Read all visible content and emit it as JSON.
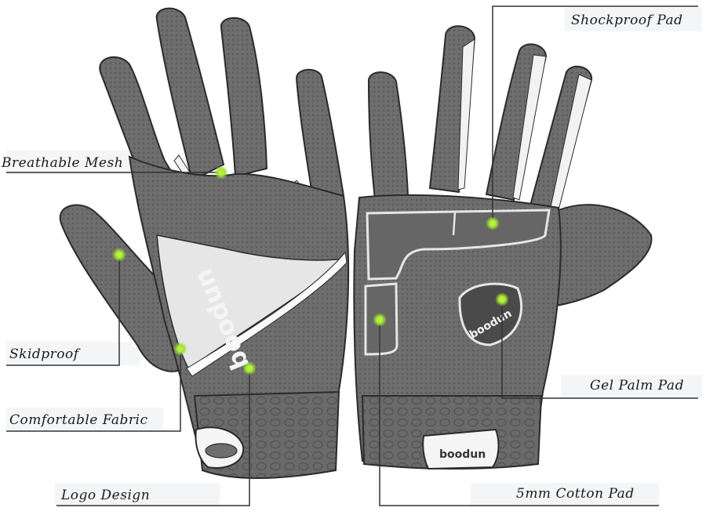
{
  "callouts": {
    "breathable_mesh": "Breathable Mesh",
    "skidproof": "Skidproof",
    "comfortable_fabric": "Comfortable Fabric",
    "logo_design": "Logo Design",
    "shockproof_pad": "Shockproof Pad",
    "gel_palm_pad": "Gel Palm Pad",
    "cotton_pad": "5mm Cotton Pad"
  },
  "brand": {
    "logo_text": "boodun"
  },
  "colors": {
    "glove_gray": "#6e6e6e",
    "glove_dark": "#4f4f4f",
    "mesh_white": "#e8e8e8",
    "outline": "#2b2b2b",
    "marker_green": "#9be22d",
    "leader_line": "#333333"
  }
}
